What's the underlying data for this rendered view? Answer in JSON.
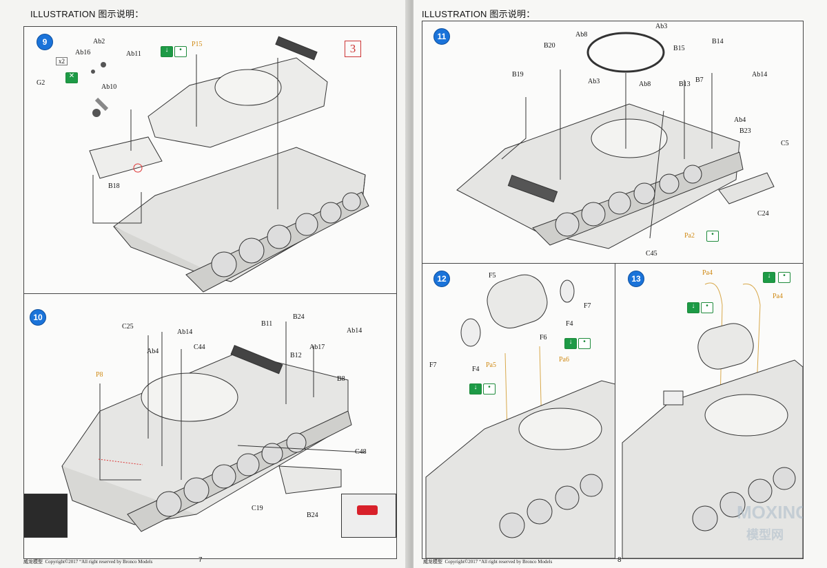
{
  "left_page": {
    "header": "ILLUSTRATION 图示说明：",
    "footer": {
      "brand": "威龙模型",
      "copyright": "Copyright©2017 “All right reserved by Bronco Models"
    },
    "page_number": "7",
    "step9": {
      "number": "9",
      "labels": {
        "ab2": "Ab2",
        "ab16": "Ab16",
        "ab11": "Ab11",
        "x2": "x2",
        "g2": "G2",
        "ab10": "Ab10",
        "b18": "B18",
        "p15": "P15",
        "red3": "3"
      },
      "icons": [
        "arrow-down-glue-icon",
        "glue-dot-icon"
      ]
    },
    "step10": {
      "number": "10",
      "labels": {
        "c25": "C25",
        "ab14a": "Ab14",
        "ab4": "Ab4",
        "c44": "C44",
        "p8": "P8",
        "b11": "B11",
        "b24": "B24",
        "ab14b": "Ab14",
        "ab17": "Ab17",
        "b12": "B12",
        "b8": "B8",
        "c48": "C48",
        "c19": "C19",
        "b24b": "B24"
      }
    }
  },
  "right_page": {
    "header": "ILLUSTRATION 图示说明：",
    "footer": {
      "brand": "威龙模型",
      "copyright": "Copyright©2017 “All right reserved by Bronco Models"
    },
    "page_number": "8",
    "watermark": {
      "main": "MOXING",
      "sub": "模型网"
    },
    "step11": {
      "number": "11",
      "labels": {
        "ab8a": "Ab8",
        "ab3a": "Ab3",
        "b20": "B20",
        "b14": "B14",
        "b15": "B15",
        "ab14": "Ab14",
        "b19": "B19",
        "ab3b": "Ab3",
        "ab8b": "Ab8",
        "b13": "B13",
        "b7": "B7",
        "ab4": "Ab4",
        "b23": "B23",
        "c5": "C5",
        "c24": "C24",
        "pa2": "Pa2",
        "c45": "C45"
      }
    },
    "step12": {
      "number": "12",
      "labels": {
        "f5": "F5",
        "f7a": "F7",
        "f4a": "F4",
        "f6": "F6",
        "f7b": "F7",
        "f4b": "F4",
        "pa5": "Pa5",
        "pa6": "Pa6"
      }
    },
    "step13": {
      "number": "13",
      "labels": {
        "pa4a": "Pa4",
        "pa4b": "Pa4"
      }
    }
  }
}
